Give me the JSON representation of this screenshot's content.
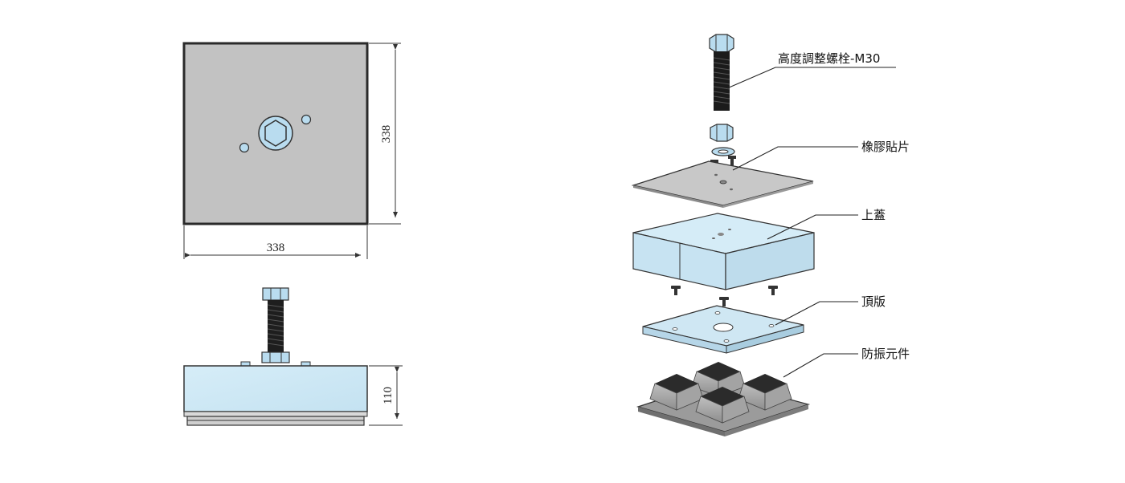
{
  "dimensions": {
    "top_width": "338",
    "top_height": "338",
    "side_height": "110"
  },
  "labels": {
    "bolt": "高度調整螺栓-M30",
    "rubber_pad": "橡膠貼片",
    "top_cover": "上蓋",
    "top_plate": "頂版",
    "isolator": "防振元件"
  },
  "colors": {
    "plate_gray": "#c2c2c2",
    "block_blue": "#cfe7f3",
    "bolt_blue": "#b9dcef",
    "rubber_gray": "#a9a9a9",
    "dark": "#2a2a2a"
  }
}
